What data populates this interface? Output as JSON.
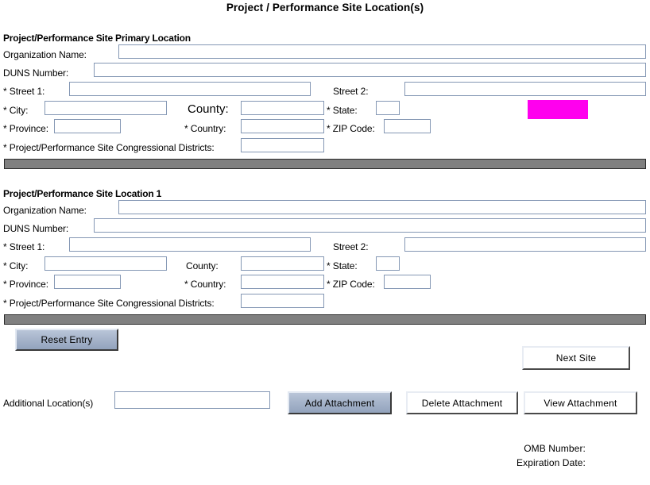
{
  "form": {
    "title": "Project / Performance Site Location(s)",
    "sections": [
      {
        "heading": "Project/Performance Site Primary Location",
        "fields": {
          "organization_name_label": "Organization Name:",
          "organization_name_value": "",
          "duns_label": "DUNS Number:",
          "duns_value": "",
          "street1_label": "* Street 1:",
          "street1_value": "",
          "street2_label": "Street 2:",
          "street2_value": "",
          "city_label": "* City:",
          "city_value": "",
          "county_label": "County:",
          "county_value": "",
          "state_label": "* State:",
          "state_value": "",
          "province_label": "* Province:",
          "province_value": "",
          "country_label": "* Country:",
          "country_value": "",
          "zip_label": "* ZIP Code:",
          "zip_value": "",
          "districts_label": "* Project/Performance Site Congressional Districts:",
          "districts_value": ""
        }
      },
      {
        "heading": "Project/Performance Site Location 1",
        "fields": {
          "organization_name_label": "Organization Name:",
          "organization_name_value": "",
          "duns_label": "DUNS Number:",
          "duns_value": "",
          "street1_label": "* Street 1:",
          "street1_value": "",
          "street2_label": "Street 2:",
          "street2_value": "",
          "city_label": "* City:",
          "city_value": "",
          "county_label": "County:",
          "county_value": "",
          "state_label": "* State:",
          "state_value": "",
          "province_label": "* Province:",
          "province_value": "",
          "country_label": "* Country:",
          "country_value": "",
          "zip_label": "* ZIP Code:",
          "zip_value": "",
          "districts_label": "* Project/Performance Site Congressional Districts:",
          "districts_value": ""
        }
      }
    ],
    "buttons": {
      "reset_entry": "Reset Entry",
      "next_site": "Next Site",
      "add_attachment": "Add Attachment",
      "delete_attachment": "Delete Attachment",
      "view_attachment": "View  Attachment"
    },
    "additional_locations": {
      "label": "Additional Location(s)",
      "value": ""
    },
    "footer": {
      "omb_number_label": "OMB Number:",
      "expiration_date_label": "Expiration Date:"
    },
    "colors": {
      "highlight": "#ff00ee",
      "separator": "#808080",
      "field_border": "#8497b4",
      "button_blue": "#a7b5cb"
    }
  }
}
